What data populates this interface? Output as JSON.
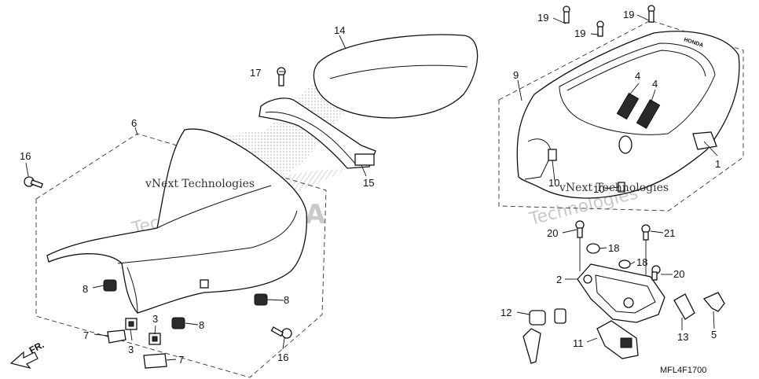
{
  "diagram": {
    "code": "MFL4F1700",
    "direction_label": "FR.",
    "watermarks": {
      "logo_text": "HONDA",
      "brand_left": "vNext Technologies",
      "brand_right": "vNext Technologies",
      "faint_left_1": "vNext",
      "faint_left_2": "Technologies",
      "faint_right_1": "vNext",
      "faint_right_2": "Technologies"
    },
    "callouts": {
      "c1": "1",
      "c2": "2",
      "c3a": "3",
      "c3b": "3",
      "c4a": "4",
      "c4b": "4",
      "c5": "5",
      "c6": "6",
      "c7a": "7",
      "c7b": "7",
      "c8a": "8",
      "c8b": "8",
      "c8c": "8",
      "c9": "9",
      "c10a": "10",
      "c10b": "10",
      "c11": "11",
      "c12": "12",
      "c13": "13",
      "c14": "14",
      "c15": "15",
      "c16a": "16",
      "c16b": "16",
      "c17": "17",
      "c18a": "18",
      "c18b": "18",
      "c19a": "19",
      "c19b": "19",
      "c19c": "19",
      "c20a": "20",
      "c20b": "20",
      "c21": "21"
    }
  }
}
